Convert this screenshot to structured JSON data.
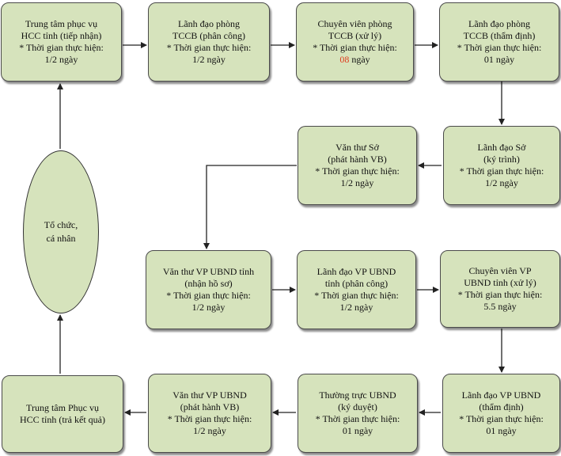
{
  "time_label": "* Thời gian thực hiện:",
  "steps": {
    "s1": {
      "title": [
        "Trung tâm phục vụ",
        "HCC tỉnh (tiếp nhận)"
      ],
      "time": "1/2 ngày"
    },
    "s2": {
      "title": [
        "Lãnh đạo phòng",
        "TCCB (phân công)"
      ],
      "time": "1/2 ngày"
    },
    "s3": {
      "title": [
        "Chuyên viên phòng",
        "TCCB (xử lý)"
      ],
      "time_value": "08",
      "time_unit": " ngày"
    },
    "s4": {
      "title": [
        "Lãnh đạo phòng",
        "TCCB (thẩm định)"
      ],
      "time": "01 ngày"
    },
    "s5": {
      "title": [
        "Lãnh đạo Sở",
        "(ký trình)"
      ],
      "time": "1/2 ngày"
    },
    "s6": {
      "title": [
        "Văn thư Sở",
        "(phát hành VB)"
      ],
      "time": "1/2 ngày"
    },
    "s7": {
      "title": [
        "Văn thư VP UBND tỉnh",
        "(nhận hồ sơ)"
      ],
      "time": "1/2 ngày"
    },
    "s8": {
      "title": [
        "Lãnh đạo VP UBND",
        "tỉnh (phân công)"
      ],
      "time": "1/2 ngày"
    },
    "s9": {
      "title": [
        "Chuyên viên VP",
        "UBND tỉnh (xử lý)"
      ],
      "time": "5.5 ngày"
    },
    "s10": {
      "title": [
        "Lãnh đạo VP UBND",
        "(thẩm định)"
      ],
      "time": "01 ngày"
    },
    "s11": {
      "title": [
        "Thường trực UBND",
        "(ký duyệt)"
      ],
      "time": "01 ngày"
    },
    "s12": {
      "title": [
        "Văn thư VP UBND",
        "(phát hành VB)"
      ],
      "time": "1/2 ngày"
    },
    "s13": {
      "title": [
        "Trung tâm Phục vụ",
        "HCC tỉnh (trả kết quả)"
      ]
    }
  },
  "actor": {
    "lines": [
      "Tổ chức,",
      "cá nhân"
    ]
  },
  "colors": {
    "box_fill": "#d6e3bc",
    "highlight": "#e03a1e"
  }
}
